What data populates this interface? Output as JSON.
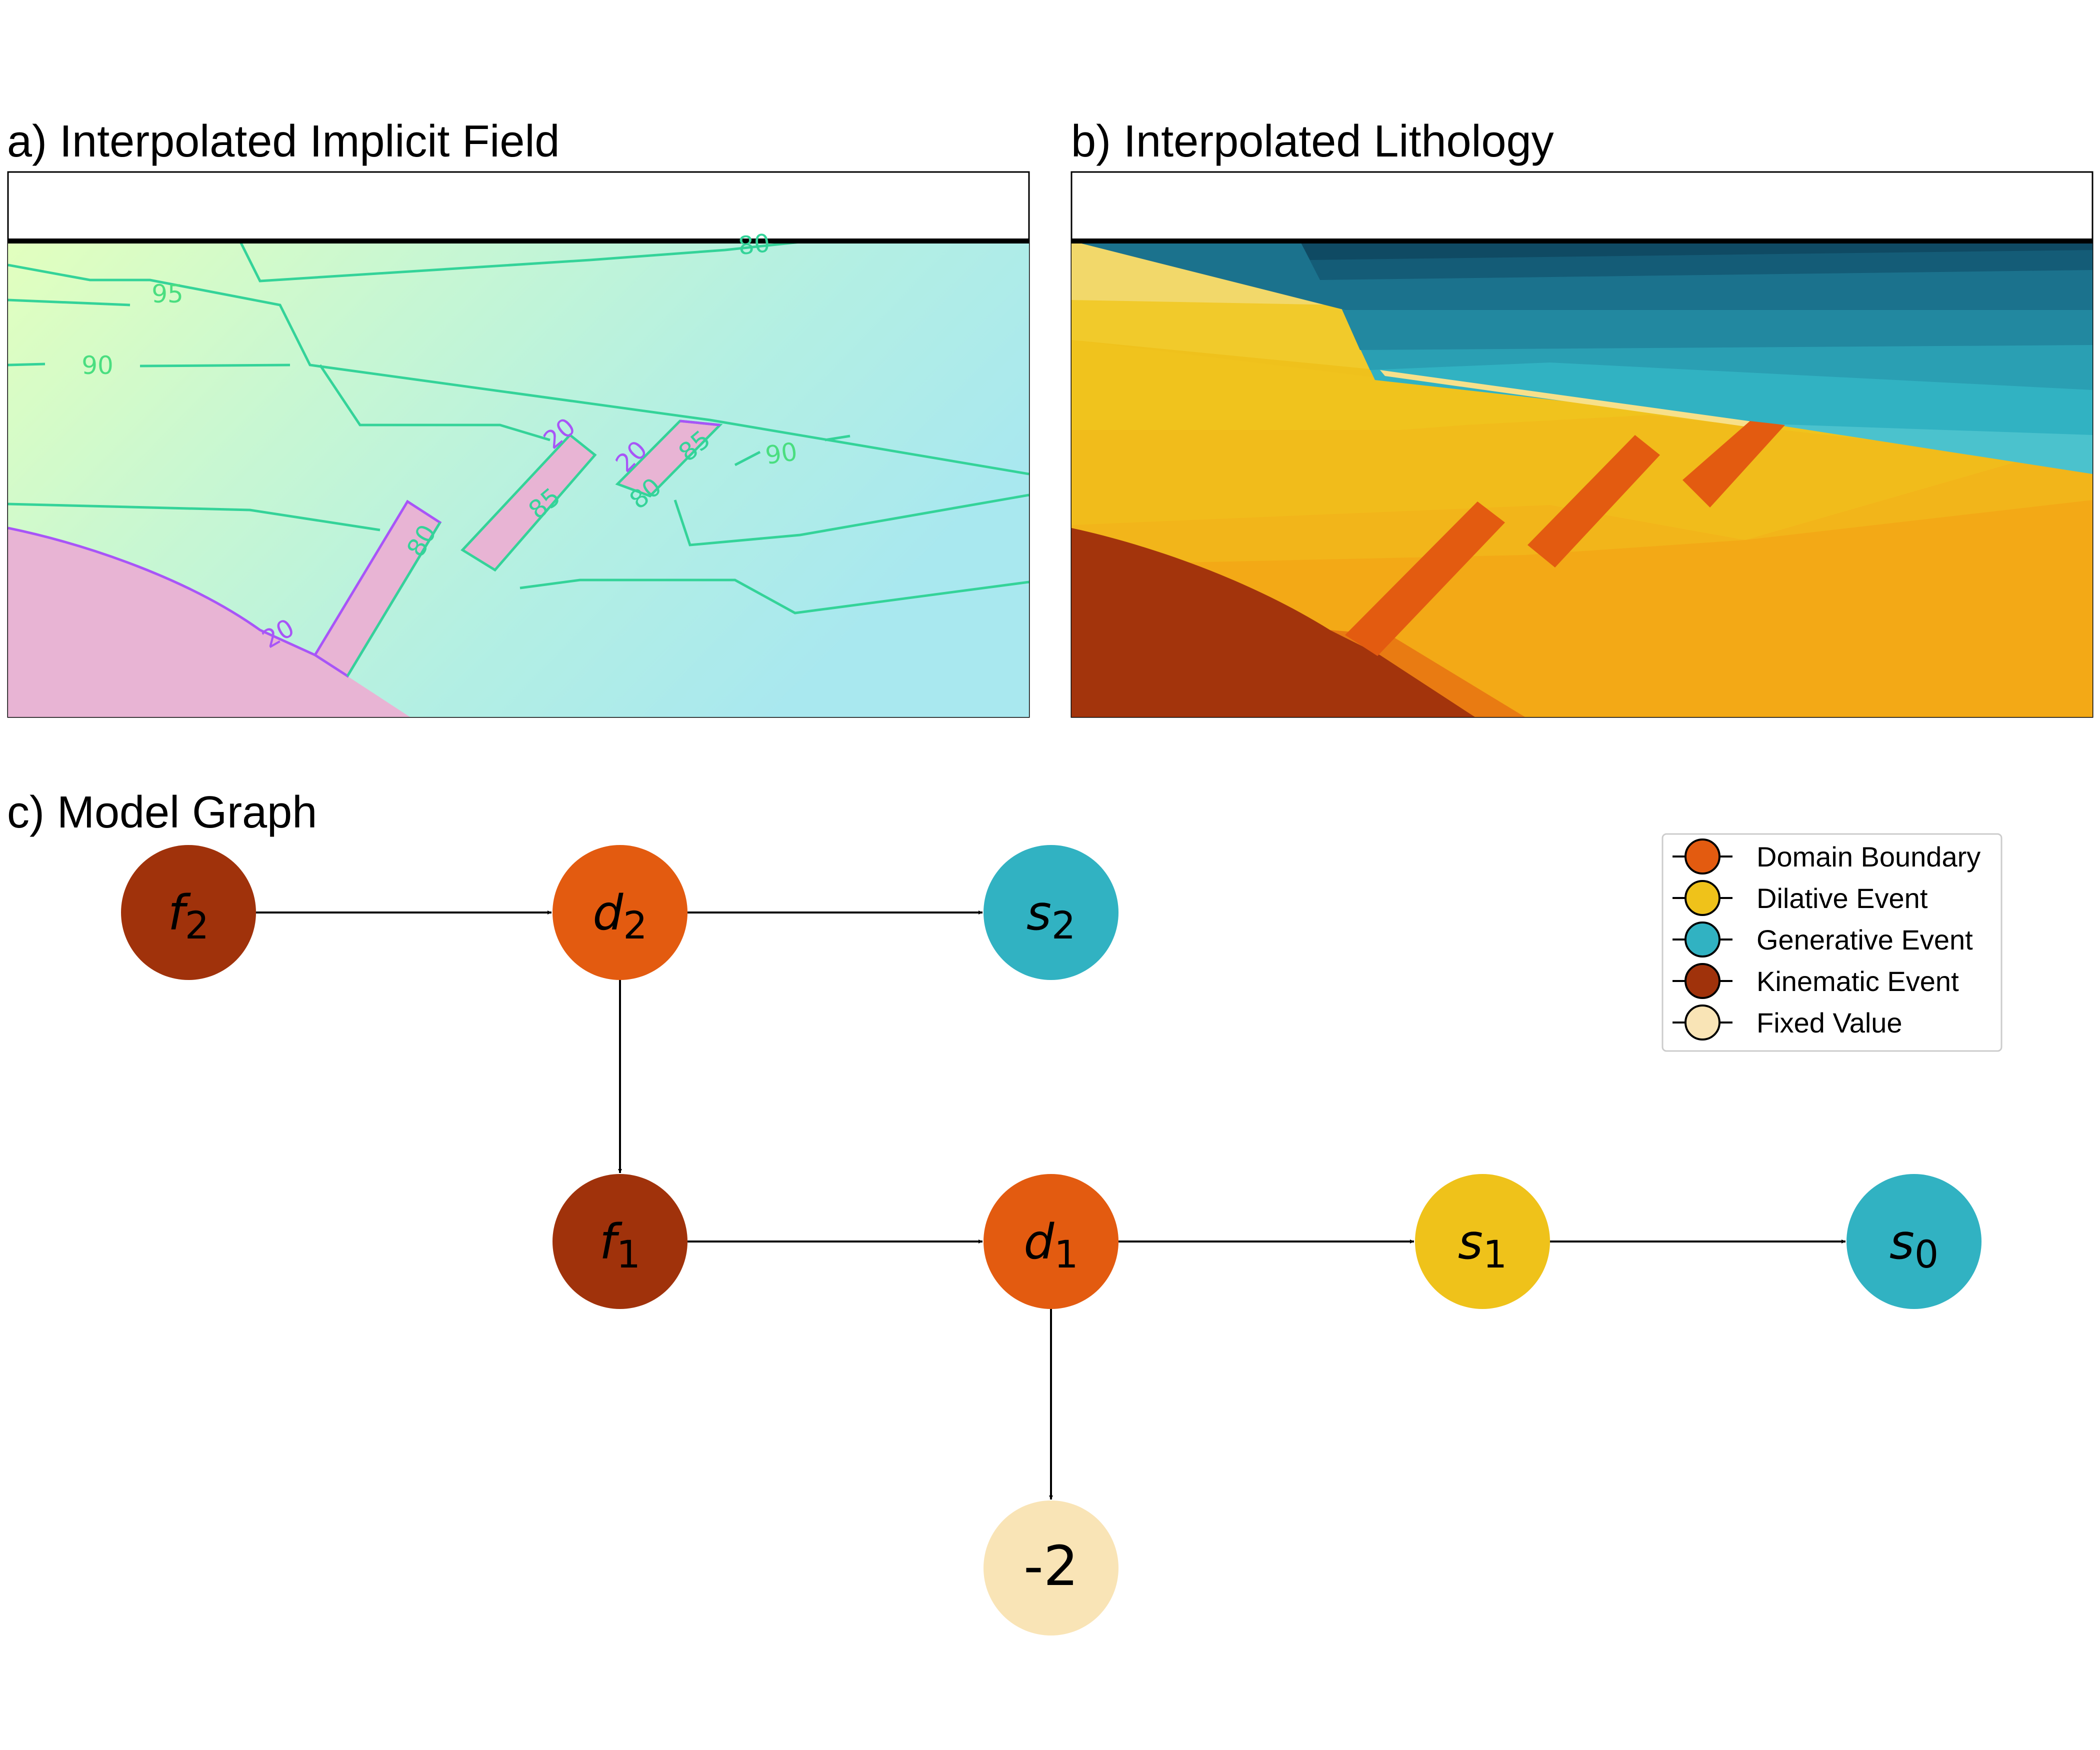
{
  "panels": {
    "a": {
      "title": "a) Interpolated Implicit Field"
    },
    "b": {
      "title": "b) Interpolated Lithology"
    },
    "c": {
      "title": "c) Model Graph"
    }
  },
  "contours": {
    "labels": [
      "80",
      "95",
      "90",
      "20",
      "20",
      "90",
      "85",
      "80",
      "85",
      "80",
      "20"
    ],
    "color_green": "#4ade80",
    "color_purple": "#a855f7"
  },
  "colors": {
    "domain_boundary": "#e35b10",
    "dilative": "#efc21a",
    "generative": "#31b2c2",
    "kinematic": "#a0320b",
    "fixed": "#f9e4b6"
  },
  "graph": {
    "nodes": [
      {
        "id": "f2",
        "base": "f",
        "sub": "2",
        "type": "kinematic"
      },
      {
        "id": "d2",
        "base": "d",
        "sub": "2",
        "type": "domain_boundary"
      },
      {
        "id": "s2",
        "base": "s",
        "sub": "2",
        "type": "generative"
      },
      {
        "id": "f1",
        "base": "f",
        "sub": "1",
        "type": "kinematic"
      },
      {
        "id": "d1",
        "base": "d",
        "sub": "1",
        "type": "domain_boundary"
      },
      {
        "id": "s1",
        "base": "s",
        "sub": "1",
        "type": "dilative"
      },
      {
        "id": "s0",
        "base": "s",
        "sub": "0",
        "type": "generative"
      },
      {
        "id": "fixed",
        "label": "-2",
        "type": "fixed"
      }
    ],
    "edges": [
      [
        "f2",
        "d2"
      ],
      [
        "d2",
        "s2"
      ],
      [
        "d2",
        "f1"
      ],
      [
        "f1",
        "d1"
      ],
      [
        "d1",
        "s1"
      ],
      [
        "s1",
        "s0"
      ],
      [
        "d1",
        "fixed"
      ]
    ]
  },
  "legend": [
    {
      "label": "Domain Boundary",
      "type": "domain_boundary"
    },
    {
      "label": "Dilative Event",
      "type": "dilative"
    },
    {
      "label": "Generative Event",
      "type": "generative"
    },
    {
      "label": "Kinematic Event",
      "type": "kinematic"
    },
    {
      "label": "Fixed Value",
      "type": "fixed"
    }
  ]
}
